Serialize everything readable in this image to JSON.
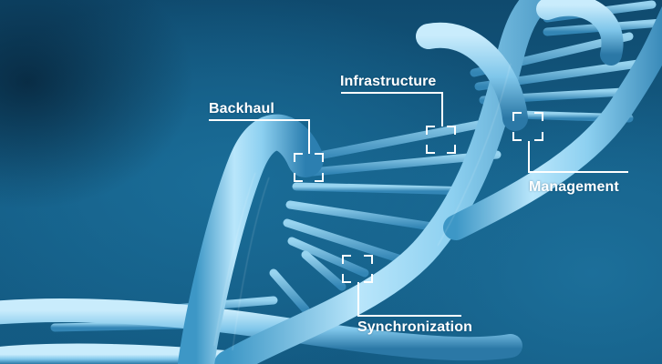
{
  "illustration": {
    "subject": "DNA double helix",
    "background_color": "#155f88",
    "strand_color": "#8fd0f0",
    "strand_highlight": "#d6f1ff",
    "annotation_color": "#ffffff"
  },
  "annotations": [
    {
      "id": "backhaul",
      "label": "Backhaul"
    },
    {
      "id": "infrastructure",
      "label": "Infrastructure"
    },
    {
      "id": "management",
      "label": "Management"
    },
    {
      "id": "synchronization",
      "label": "Synchronization"
    }
  ],
  "icons": {
    "focus_bracket": "focus-bracket-icon"
  }
}
